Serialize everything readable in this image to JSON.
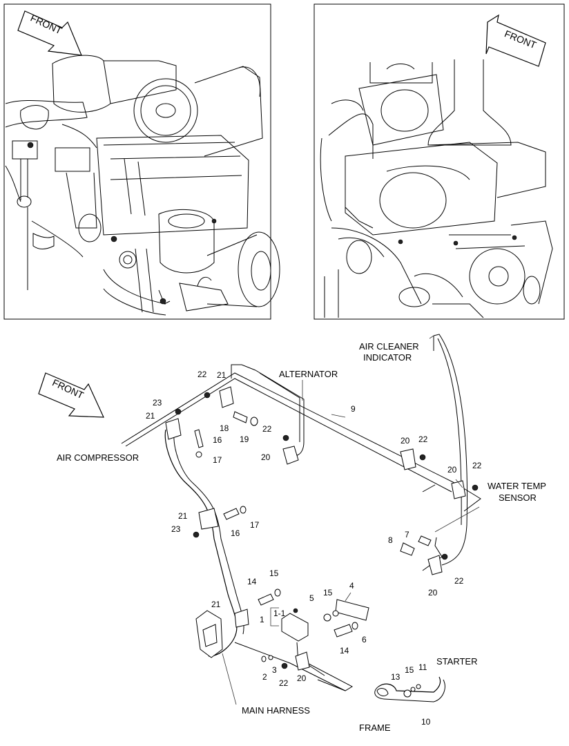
{
  "front_label": "FRONT",
  "labels": {
    "air_cleaner_indicator": [
      "AIR CLEANER",
      "INDICATOR"
    ],
    "alternator": "ALTERNATOR",
    "air_compressor": "AIR COMPRESSOR",
    "water_temp_sensor": [
      "WATER TEMP",
      "SENSOR"
    ],
    "starter": "STARTER",
    "main_harness": "MAIN HARNESS",
    "frame": "FRAME"
  },
  "callouts": {
    "c22a": "22",
    "c21a": "21",
    "c23a": "23",
    "c21b": "21",
    "c18": "18",
    "c19": "19",
    "c16a": "16",
    "c17a": "17",
    "c22b": "22",
    "c20a": "20",
    "c9": "9",
    "c20b": "20",
    "c22c": "22",
    "c20c": "20",
    "c22d": "22",
    "c21c": "21",
    "c23b": "23",
    "c16b": "16",
    "c17b": "17",
    "c8": "8",
    "c7": "7",
    "c22e": "22",
    "c20d": "20",
    "c14a": "14",
    "c15a": "15",
    "c21d": "21",
    "c1": "1",
    "c1_1": "1-1",
    "c5": "5",
    "c15b": "15",
    "c4": "4",
    "c6": "6",
    "c14b": "14",
    "c2": "2",
    "c3": "3",
    "c22f": "22",
    "c20e": "20",
    "c13": "13",
    "c15c": "15",
    "c11": "11",
    "c10": "10"
  }
}
